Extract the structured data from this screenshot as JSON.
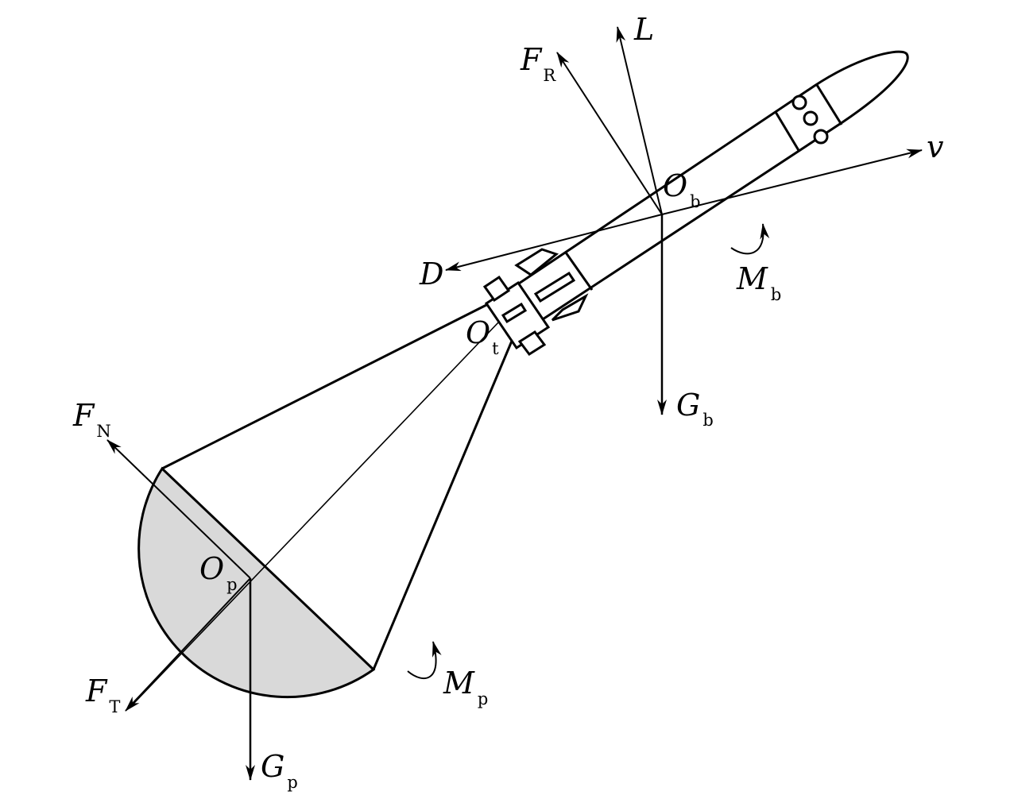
{
  "colors": {
    "line": "#000000",
    "canopy_fill": "#d9d9d9",
    "background": "#ffffff"
  },
  "labels": {
    "L": {
      "sym": "L",
      "sub": ""
    },
    "FR": {
      "sym": "F",
      "sub": "R"
    },
    "v": {
      "sym": "v",
      "sub": ""
    },
    "Ob": {
      "sym": "O",
      "sub": "b"
    },
    "D": {
      "sym": "D",
      "sub": ""
    },
    "Mb": {
      "sym": "M",
      "sub": "b"
    },
    "Ot": {
      "sym": "O",
      "sub": "t"
    },
    "Gb": {
      "sym": "G",
      "sub": "b"
    },
    "FN": {
      "sym": "F",
      "sub": "N"
    },
    "Op": {
      "sym": "O",
      "sub": "p"
    },
    "FT": {
      "sym": "F",
      "sub": "T"
    },
    "Mp": {
      "sym": "M",
      "sub": "p"
    },
    "Gp": {
      "sym": "G",
      "sub": "p"
    }
  }
}
